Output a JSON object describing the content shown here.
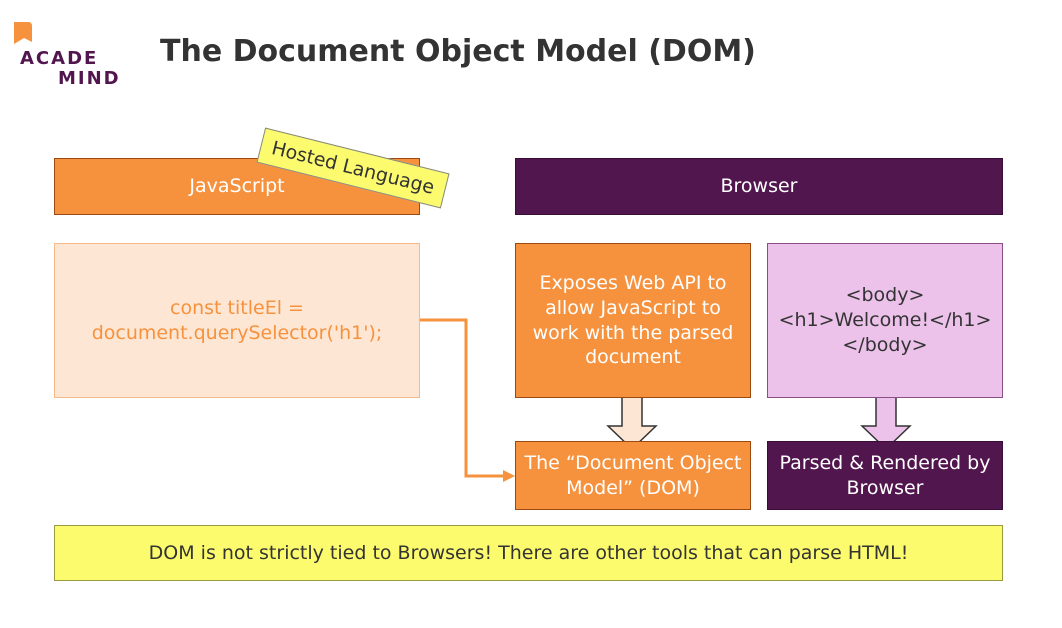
{
  "logo": {
    "line1": "ACADE",
    "line2": "MIND"
  },
  "title": "The Document Object Model (DOM)",
  "javascript_header": "JavaScript",
  "hosted_tag": "Hosted Language",
  "browser_header": "Browser",
  "code": {
    "line1": "const titleEl =",
    "line2": "document.querySelector('h1');"
  },
  "web_api": {
    "text": "Exposes Web API to allow JavaScript to work with the parsed document"
  },
  "html_source": {
    "line1": "<body>",
    "line2": "<h1>Welcome!</h1>",
    "line3": "</body>"
  },
  "dom_box": {
    "text": "The “Document Object Model” (DOM)"
  },
  "parsed_box": {
    "text": "Parsed & Rendered by Browser"
  },
  "footer_note": "DOM is not strictly tied to Browsers! There are other tools that can parse HTML!",
  "colors": {
    "orange": "#F6923E",
    "purple": "#52164F",
    "light_orange": "#FDE6D4",
    "light_purple": "#ECC2EB",
    "yellow": "#FBFB6D"
  }
}
